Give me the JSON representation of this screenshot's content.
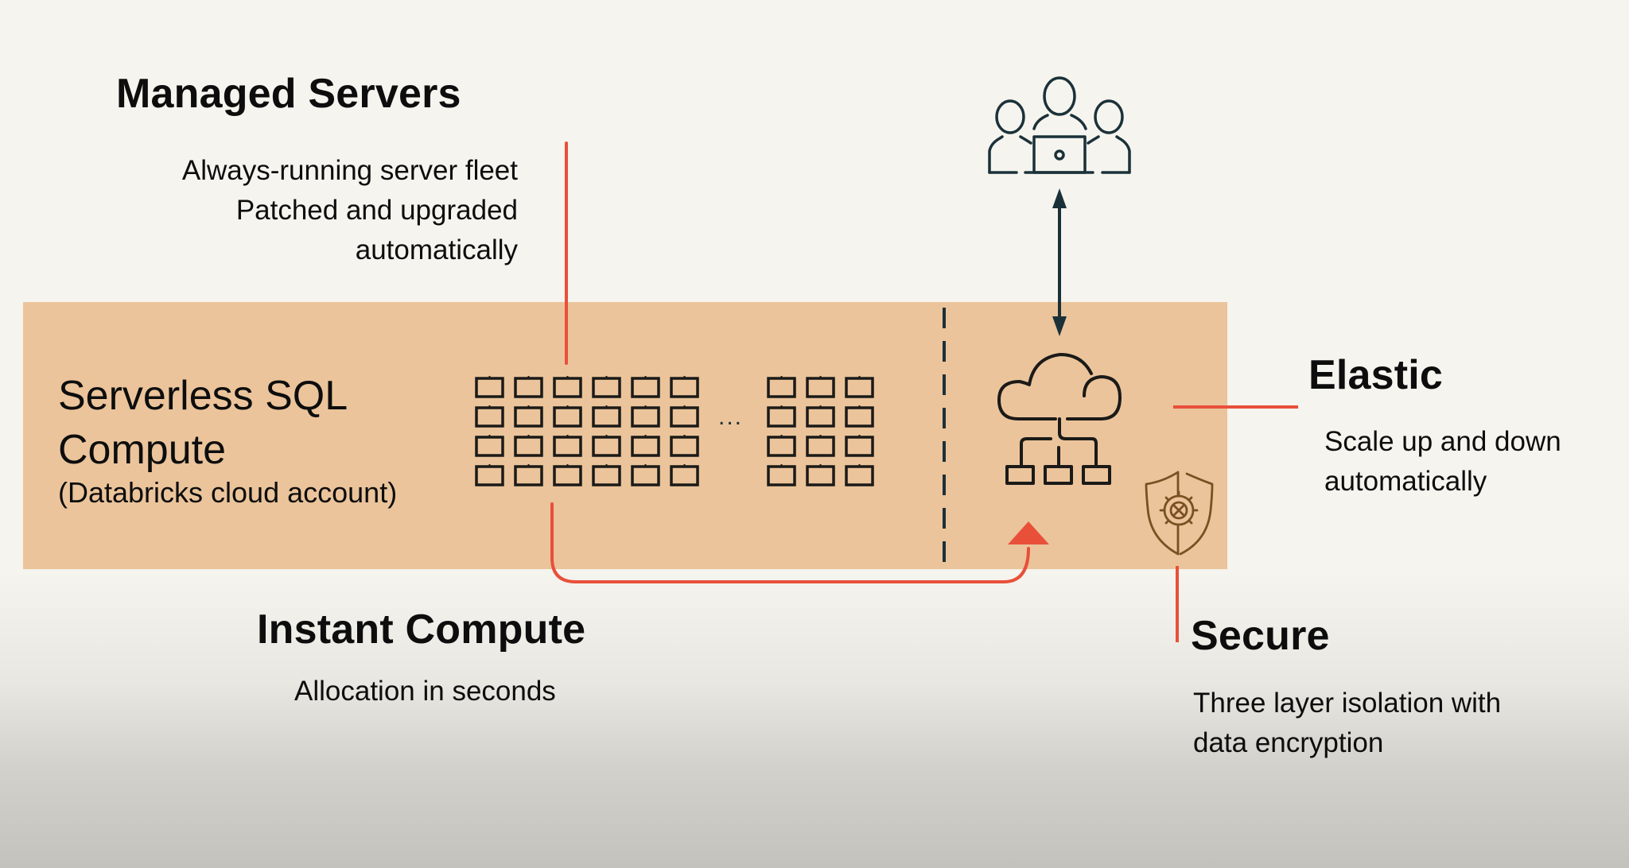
{
  "diagram": {
    "compute_box": {
      "title_line1": "Serverless SQL",
      "title_line2": "Compute",
      "subtitle": "(Databricks cloud account)"
    },
    "server_grid": {
      "left_columns": 6,
      "right_columns": 3,
      "rows": 4,
      "ellipsis": "..."
    },
    "callouts": {
      "managed_servers": {
        "heading": "Managed Servers",
        "lines": [
          "Always-running server fleet",
          "Patched and upgraded",
          "automatically"
        ]
      },
      "instant_compute": {
        "heading": "Instant Compute",
        "lines": [
          "Allocation in seconds"
        ]
      },
      "elastic": {
        "heading": "Elastic",
        "lines": [
          "Scale up and down",
          "automatically"
        ]
      },
      "secure": {
        "heading": "Secure",
        "lines": [
          "Three layer isolation with",
          "data encryption"
        ]
      }
    },
    "icons": {
      "users": "users-with-laptop-icon",
      "cloud": "cloud-network-icon",
      "shield": "shield-gear-icon",
      "bidirectional_arrow": "double-arrow-icon"
    },
    "colors": {
      "background": "#f5f4ee",
      "compute_box": "#ebc49b",
      "accent_red": "#e8503a",
      "navy": "#1b3139",
      "shield_brown": "#7a5022"
    }
  }
}
